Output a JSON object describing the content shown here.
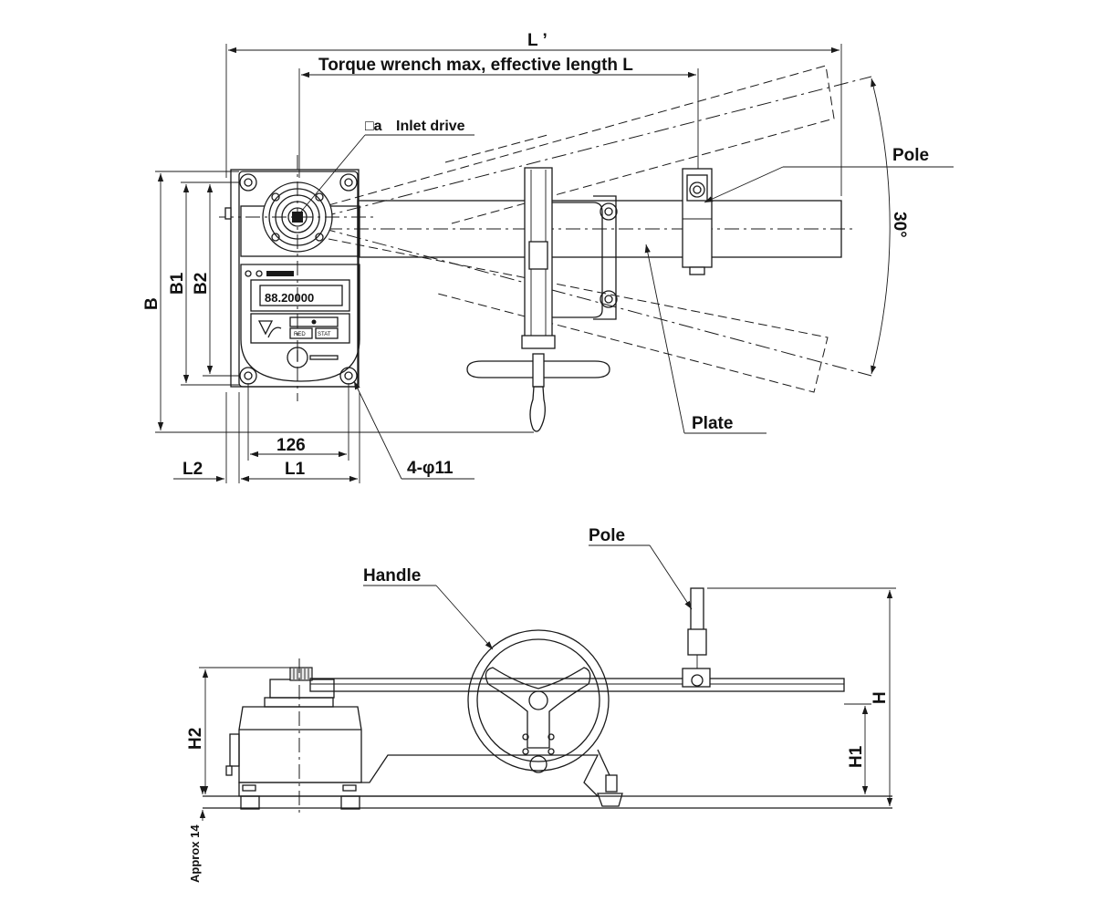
{
  "labels": {
    "l_prime": "L ’",
    "effective_length": "Torque wrench max, effective length L",
    "square_drive": "□a",
    "inlet_drive": "Inlet drive",
    "pole_top": "Pole",
    "angle": "30°",
    "plate": "Plate",
    "b": "B",
    "b1": "B1",
    "b2": "B2",
    "dim_126": "126",
    "l1": "L1",
    "l2": "L2",
    "holes": "4-φ11",
    "pole_side": "Pole",
    "handle": "Handle",
    "h": "H",
    "h1": "H1",
    "h2": "H2",
    "approx": "Approx 14"
  },
  "display": {
    "reading": "88.20000",
    "btn_left": "RED",
    "btn_right": "STAT"
  },
  "colors": {
    "line": "#1a1a1a",
    "background": "#ffffff"
  }
}
